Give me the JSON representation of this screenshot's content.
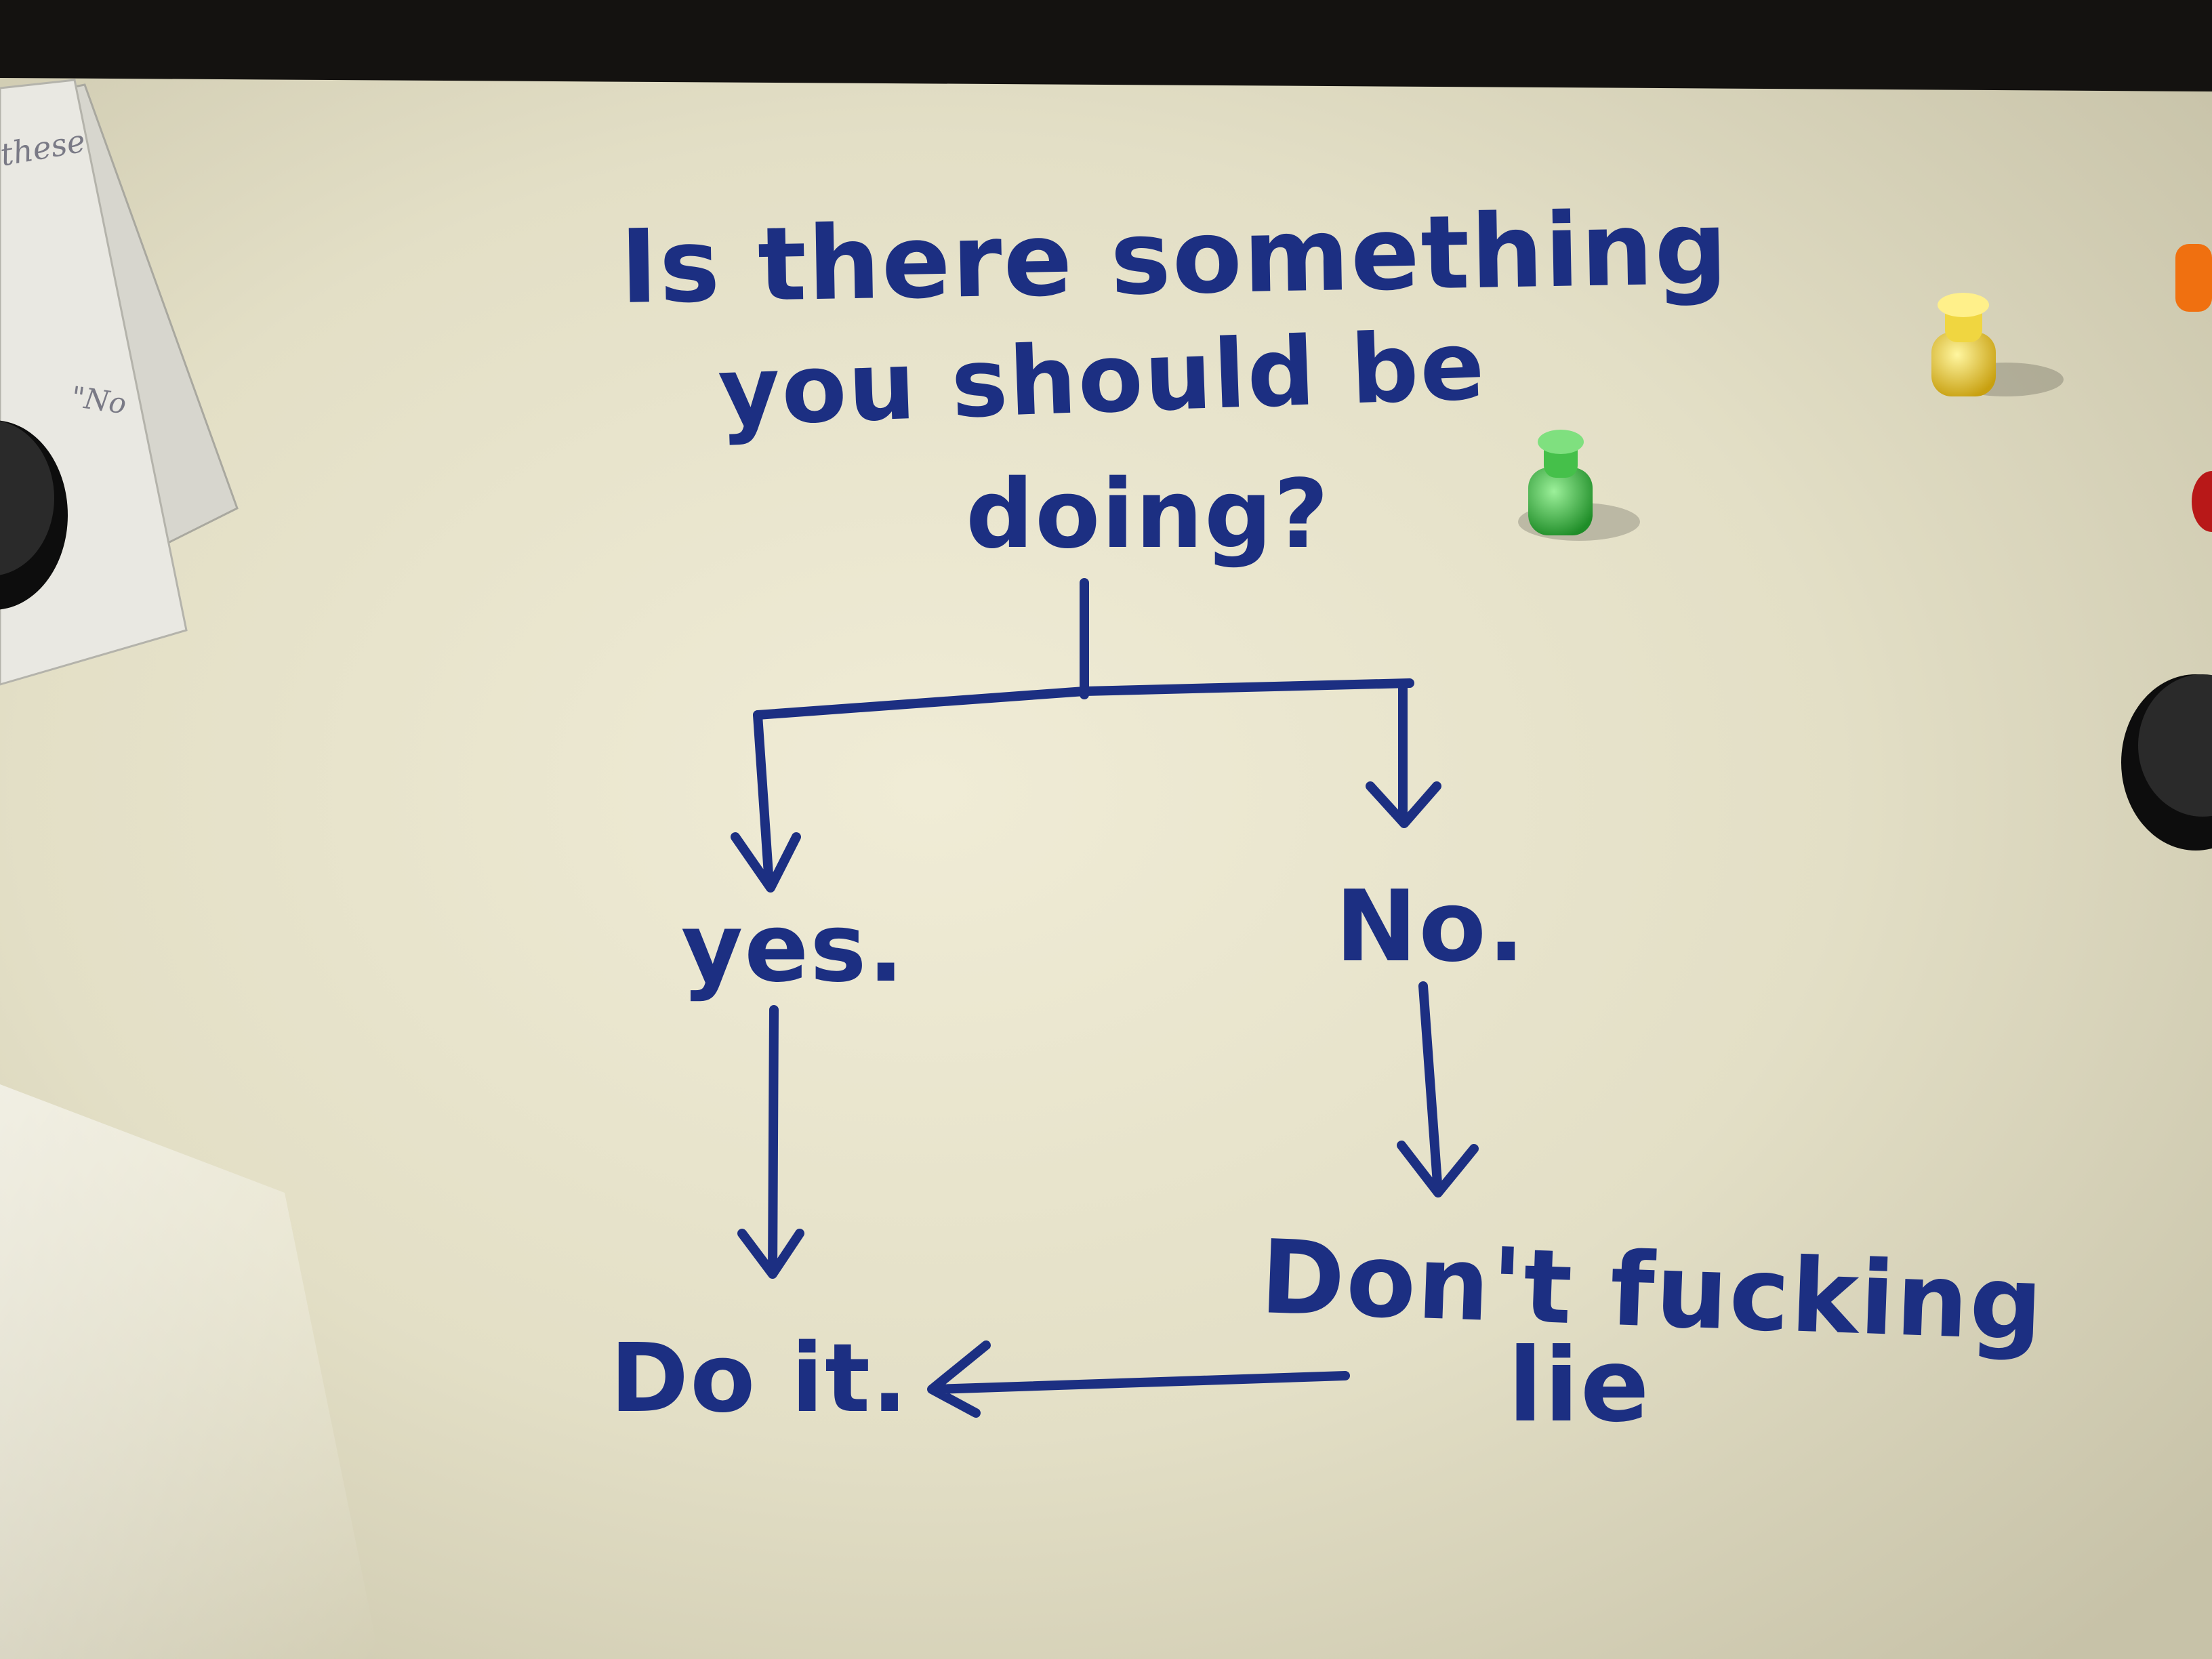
{
  "board": {
    "question_lines": [
      "Is there something",
      "you should be",
      "doing?"
    ],
    "yes_label": "yes.",
    "no_label": "No.",
    "do_it_label": "Do it.",
    "dont_line1": "Don't fucking",
    "dont_line2": "lie"
  },
  "paper_note": {
    "fragment_top": "these",
    "fragment_mid": "\"No"
  },
  "colors": {
    "marker_ink": "#1c2f82",
    "board_surface": "#e8e4ce",
    "frame": "#141210",
    "pin_green": "#35b535",
    "pin_yellow": "#e8c820",
    "pin_orange": "#f07010",
    "magnet": "#121212"
  }
}
